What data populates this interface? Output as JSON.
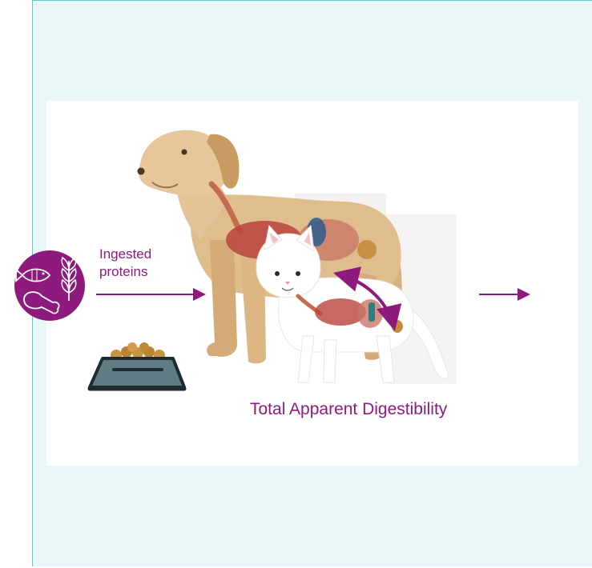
{
  "labels": {
    "ingested": "Ingested proteins",
    "digestibility": "Total Apparent Digestibility"
  },
  "icons": {
    "protein_circle": "fish-drumstick-wheat-icon",
    "bowl": "food-bowl-icon",
    "dog": "dog-illustration",
    "cat": "cat-illustration"
  },
  "colors": {
    "accent": "#8e1a7e",
    "slide_bg": "#e9f7f9",
    "border": "#5fc9cf",
    "dog_fur": "#ddb888",
    "cat_fur": "#ffffff",
    "bowl": "#5f7b84",
    "kibble": "#c8943f"
  }
}
